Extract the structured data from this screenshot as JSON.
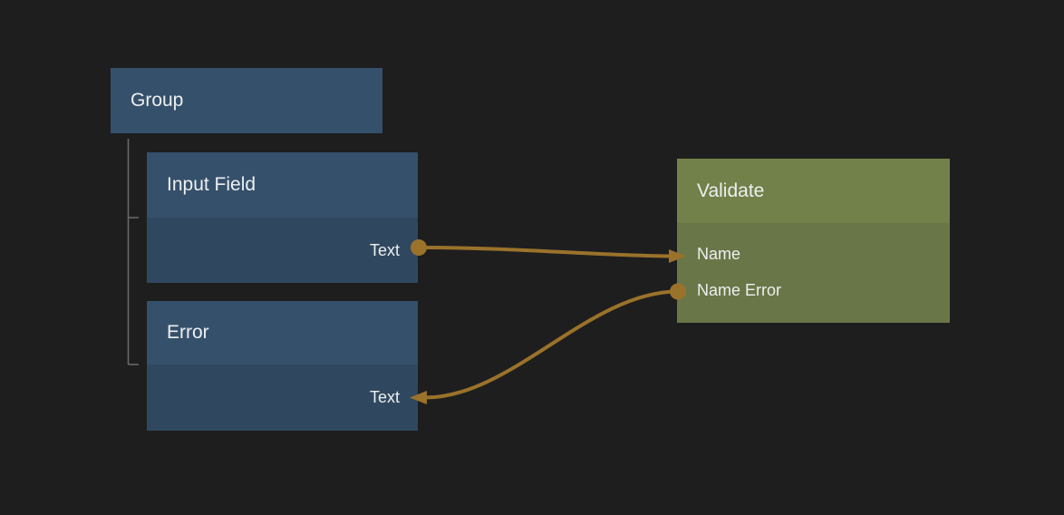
{
  "colors": {
    "background": "#1e1e1f",
    "ui_node_header": "#35506b",
    "ui_node_body": "#30485f",
    "logic_node_header": "#72814a",
    "logic_node_body": "#697647",
    "connection": "#9a722a",
    "tree_line": "#6c6c6c",
    "text": "#edeff0"
  },
  "nodes": {
    "group": {
      "title": "Group",
      "kind": "ui",
      "ports": []
    },
    "input_field": {
      "title": "Input Field",
      "kind": "ui",
      "ports": [
        {
          "name": "Text",
          "direction": "output"
        }
      ]
    },
    "error": {
      "title": "Error",
      "kind": "ui",
      "ports": [
        {
          "name": "Text",
          "direction": "input"
        }
      ]
    },
    "validate": {
      "title": "Validate",
      "kind": "logic",
      "ports": [
        {
          "name": "Name",
          "direction": "input"
        },
        {
          "name": "Name Error",
          "direction": "output"
        }
      ]
    }
  },
  "hierarchy": {
    "parent": "Group",
    "children": [
      "Input Field",
      "Error"
    ]
  },
  "connections": [
    {
      "from_node": "Input Field",
      "from_port": "Text",
      "to_node": "Validate",
      "to_port": "Name"
    },
    {
      "from_node": "Validate",
      "from_port": "Name Error",
      "to_node": "Error",
      "to_port": "Text"
    }
  ]
}
